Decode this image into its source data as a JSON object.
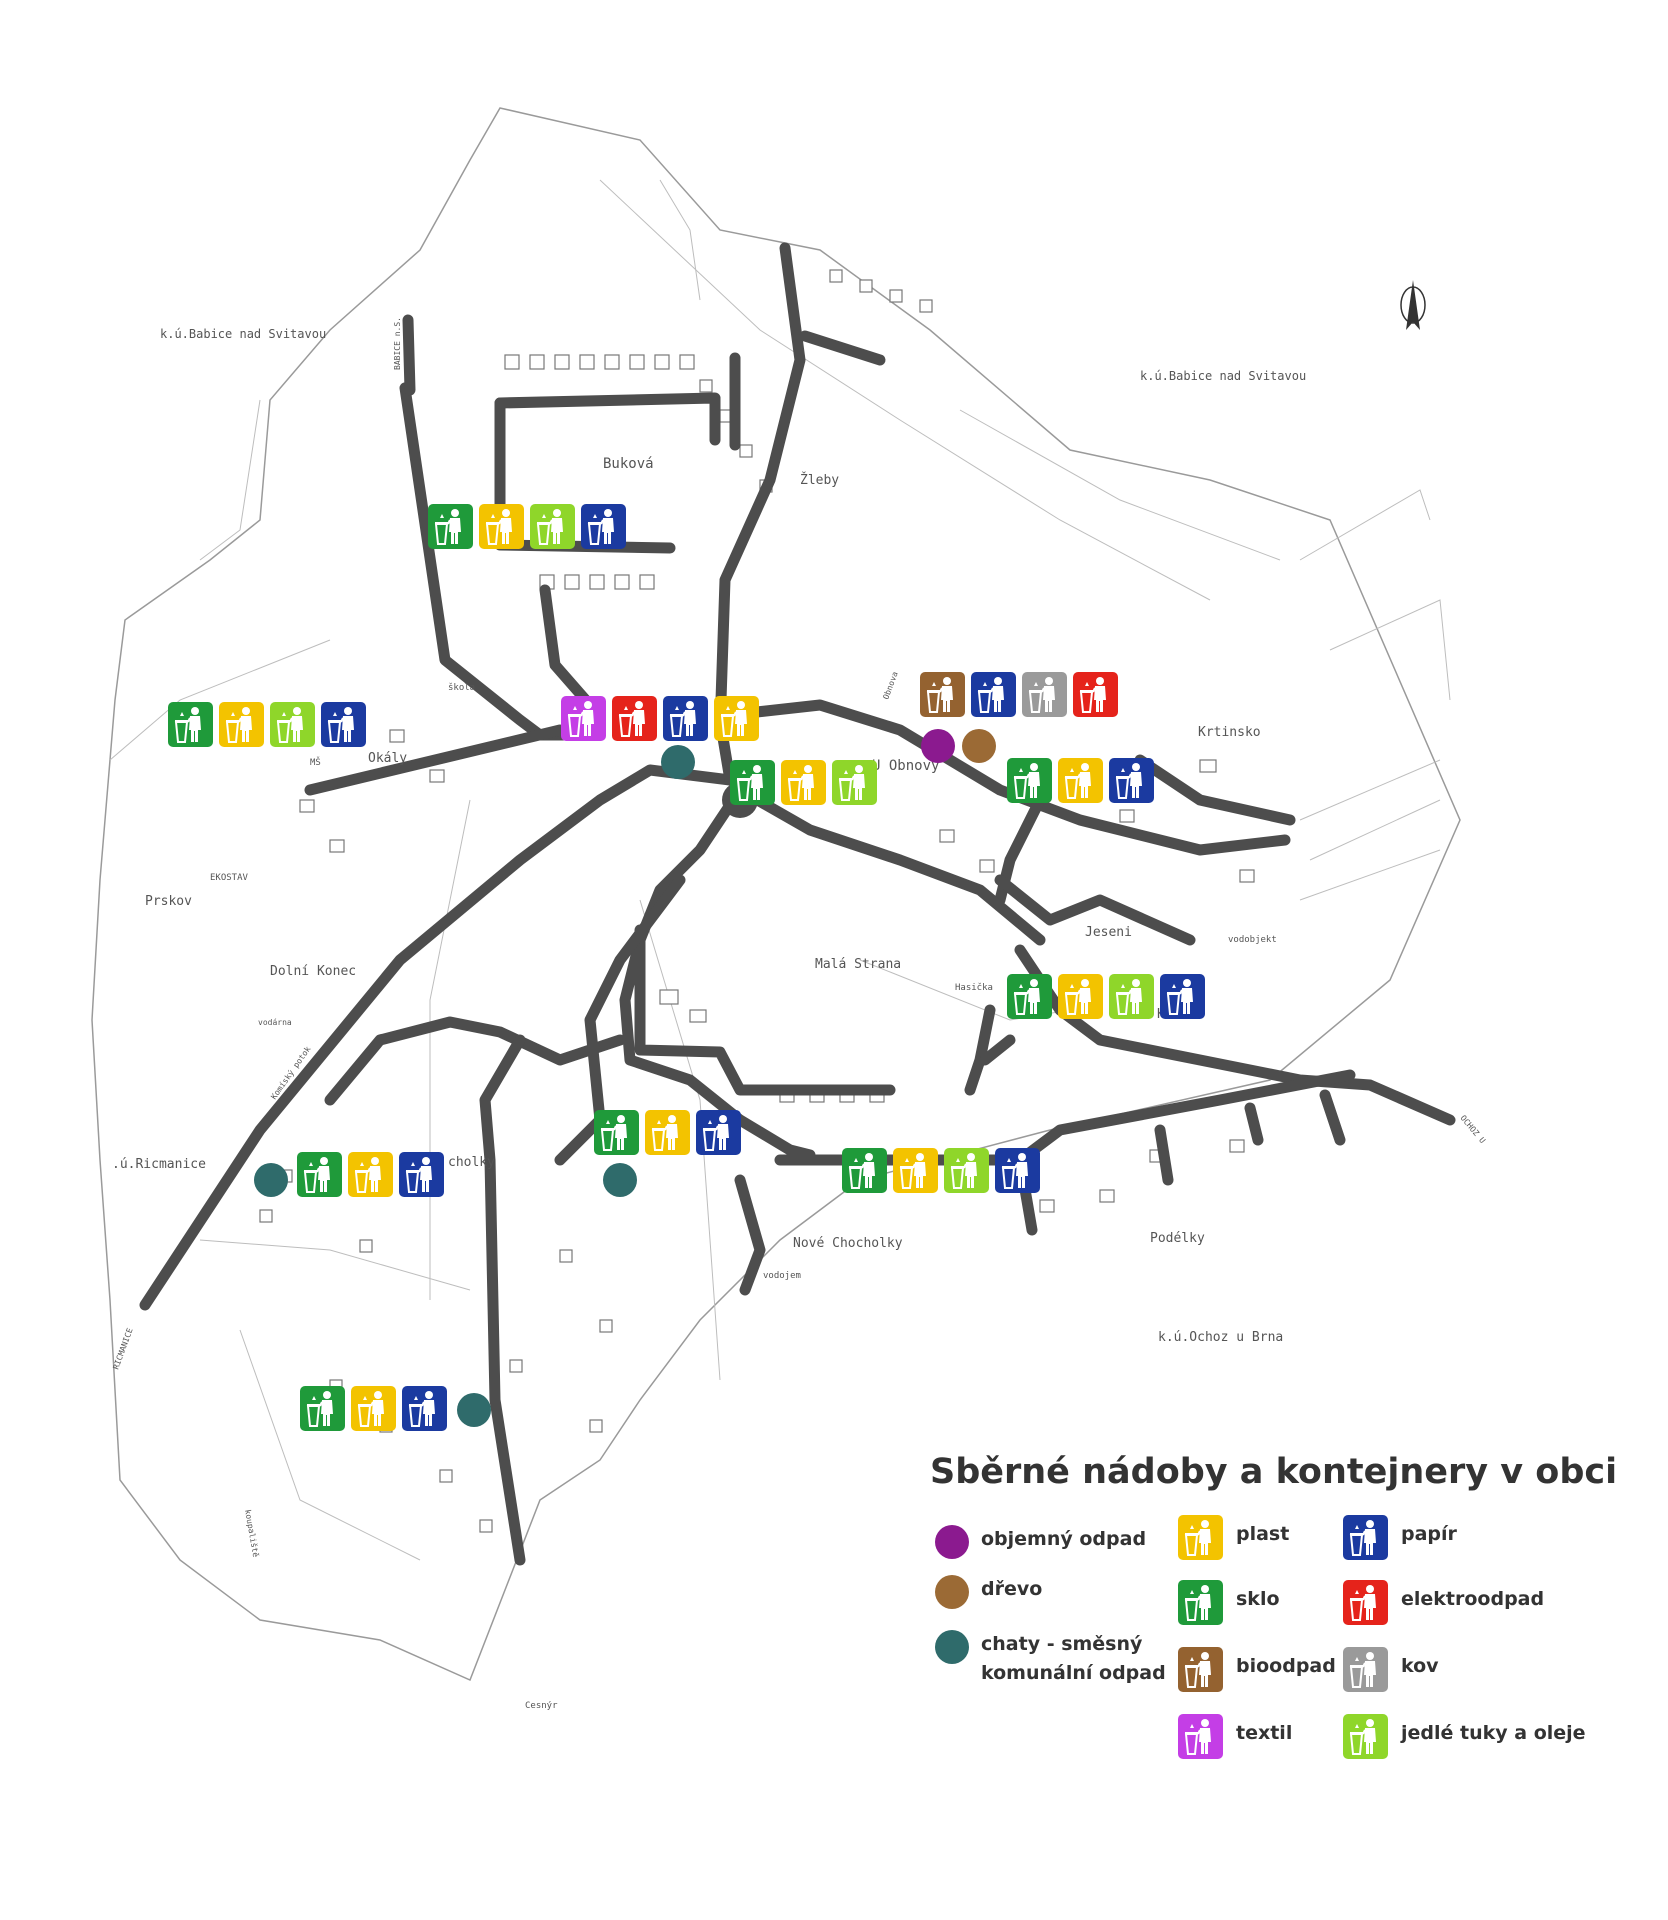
{
  "places": [
    {
      "key": "babice1",
      "text": "k.ú.Babice nad Svitavou"
    },
    {
      "key": "babice2",
      "text": "k.ú.Babice nad Svitavou"
    },
    {
      "key": "bukova",
      "text": "Buková"
    },
    {
      "key": "zleby",
      "text": "Žleby"
    },
    {
      "key": "okaly",
      "text": "Okály"
    },
    {
      "key": "uobnovy",
      "text": "U Obnovy"
    },
    {
      "key": "krtinsko",
      "text": "Krtinsko"
    },
    {
      "key": "prskov",
      "text": "Prskov"
    },
    {
      "key": "ekostav",
      "text": "EKOSTAV"
    },
    {
      "key": "dolnikonec",
      "text": "Dolní Konec"
    },
    {
      "key": "malastrana",
      "text": "Malá Strana"
    },
    {
      "key": "jeseni",
      "text": "Jeseni"
    },
    {
      "key": "hornikonec",
      "text": "Horní Konec"
    },
    {
      "key": "hasicka",
      "text": "Hasička"
    },
    {
      "key": "vodobjekt",
      "text": "vodobjekt"
    },
    {
      "key": "ricmanice",
      "text": ".ú.Ricmanice"
    },
    {
      "key": "cholky",
      "text": "cholky"
    },
    {
      "key": "novecholky",
      "text": "Nové Chocholky"
    },
    {
      "key": "podelky",
      "text": "Podélky"
    },
    {
      "key": "ochoz",
      "text": "k.ú.Ochoz u Brna"
    },
    {
      "key": "vodojem",
      "text": "vodojem"
    },
    {
      "key": "vodarna",
      "text": "vodárna"
    },
    {
      "key": "skola",
      "text": "škola"
    },
    {
      "key": "ms",
      "text": "MŠ"
    },
    {
      "key": "babicenS",
      "text": "BABICE n.S."
    },
    {
      "key": "ricmanice_road",
      "text": "RICMANICE"
    },
    {
      "key": "ochozu",
      "text": "OCHOZ U"
    },
    {
      "key": "cesnyr",
      "text": "Cesnýr"
    },
    {
      "key": "koupaliste",
      "text": "koupaliště"
    },
    {
      "key": "potok",
      "text": "Komíský potok"
    },
    {
      "key": "obnova",
      "text": "Obnova"
    }
  ],
  "legend": {
    "title": "Sběrné nádoby a kontejnery v obci",
    "items": [
      {
        "key": "objemny",
        "label": "objemný odpad",
        "shape": "dot",
        "color": "#8b1a8f"
      },
      {
        "key": "drevo",
        "label": "dřevo",
        "shape": "dot",
        "color": "#9b6a35"
      },
      {
        "key": "chaty1",
        "label": "chaty - směsný",
        "shape": "dot",
        "color": "#2f6b6b"
      },
      {
        "key": "chaty2",
        "label": "komunální odpad",
        "shape": "none",
        "color": ""
      },
      {
        "key": "plast",
        "label": "plast",
        "shape": "bin",
        "color": "#f3c300"
      },
      {
        "key": "sklo",
        "label": "sklo",
        "shape": "bin",
        "color": "#1f9a3a"
      },
      {
        "key": "bioodpad",
        "label": "bioodpad",
        "shape": "bin",
        "color": "#946230"
      },
      {
        "key": "textil",
        "label": "textil",
        "shape": "bin",
        "color": "#c43ee6"
      },
      {
        "key": "papir",
        "label": "papír",
        "shape": "bin",
        "color": "#1b3aa0"
      },
      {
        "key": "elektro",
        "label": "elektroodpad",
        "shape": "bin",
        "color": "#e5231b"
      },
      {
        "key": "kov",
        "label": "kov",
        "shape": "bin",
        "color": "#9a9a9a"
      },
      {
        "key": "tuky",
        "label": "jedlé tuky a oleje",
        "shape": "bin",
        "color": "#8fd62a"
      }
    ]
  },
  "colors": {
    "sklo": "#1f9a3a",
    "plast": "#f3c300",
    "tuky": "#8fd62a",
    "papir": "#1b3aa0",
    "textil": "#c43ee6",
    "elektro": "#e5231b",
    "kov": "#9a9a9a",
    "bio": "#946230",
    "objemny": "#8b1a8f",
    "drevo": "#9b6a35",
    "chaty": "#2f6b6b",
    "road": "#4d4d4d",
    "outline": "#9a9a9a"
  },
  "collection_points": [
    {
      "key": "bukova",
      "bins": [
        "sklo",
        "plast",
        "tuky",
        "papir"
      ]
    },
    {
      "key": "skola",
      "bins": [
        "sklo",
        "plast",
        "tuky",
        "papir"
      ]
    },
    {
      "key": "naves",
      "bins": [
        "textil",
        "elektro",
        "papir",
        "plast"
      ]
    },
    {
      "key": "obnova_top",
      "bins": [
        "bio",
        "papir",
        "kov",
        "elektro"
      ]
    },
    {
      "key": "uobnovy",
      "bins": [
        "sklo",
        "plast",
        "tuky"
      ]
    },
    {
      "key": "krtinsko",
      "bins": [
        "sklo",
        "plast",
        "papir"
      ]
    },
    {
      "key": "hornikonec",
      "bins": [
        "sklo",
        "plast",
        "tuky",
        "papir"
      ]
    },
    {
      "key": "chocholky",
      "bins": [
        "sklo",
        "plast",
        "papir"
      ]
    },
    {
      "key": "novecholky",
      "bins": [
        "sklo",
        "plast",
        "tuky",
        "papir"
      ]
    },
    {
      "key": "ricmanice",
      "bins": [
        "sklo",
        "plast",
        "papir"
      ]
    },
    {
      "key": "south",
      "bins": [
        "sklo",
        "plast",
        "papir"
      ]
    }
  ],
  "dots": [
    {
      "key": "objemny_map",
      "type": "objemny"
    },
    {
      "key": "drevo_map",
      "type": "drevo"
    },
    {
      "key": "chaty_naves",
      "type": "chaty"
    },
    {
      "key": "chaty_ricmanice",
      "type": "chaty"
    },
    {
      "key": "chaty_chocholky",
      "type": "chaty"
    },
    {
      "key": "chaty_south",
      "type": "chaty"
    }
  ]
}
